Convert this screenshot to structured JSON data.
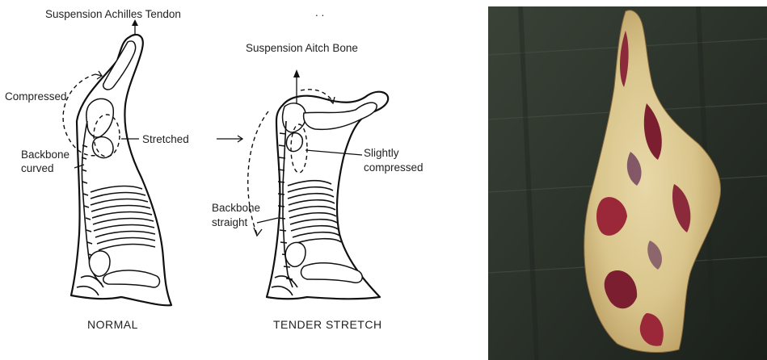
{
  "diagram": {
    "normal": {
      "suspension_label": "Suspension Achilles Tendon",
      "compressed_label": "Compressed",
      "stretched_label": "Stretched",
      "backbone_label_line1": "Backbone",
      "backbone_label_line2": "curved",
      "caption": "NORMAL"
    },
    "tender_stretch": {
      "suspension_label": "Suspension Aitch Bone",
      "compressed_label_line1": "Slightly",
      "compressed_label_line2": "compressed",
      "backbone_label_line1": "Backbone",
      "backbone_label_line2": "straight",
      "caption": "TENDER STRETCH",
      "top_marks": ". ."
    }
  },
  "photo": {
    "description_icon": "hanging-carcass-photo"
  }
}
